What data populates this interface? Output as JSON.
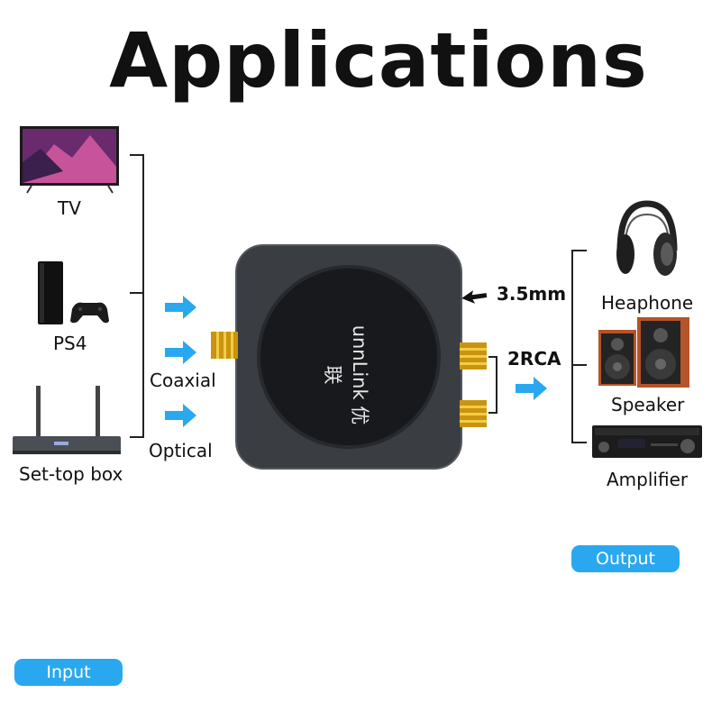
{
  "title": "Applications",
  "inputs": {
    "tv": "TV",
    "ps4": "PS4",
    "set_top_box": "Set-top box"
  },
  "interfaces": {
    "coaxial": "Coaxial",
    "optical": "Optical",
    "headphone_jack": "3.5mm",
    "rca": "2RCA"
  },
  "outputs": {
    "headphone": "Heaphone",
    "speaker": "Speaker",
    "amplifier": "Amplifier"
  },
  "device": {
    "brand_text": "unnLink 优联"
  },
  "badges": {
    "input": "Input",
    "output": "Output"
  },
  "colors": {
    "accent": "#29a8f0",
    "gold": "#d4a017",
    "device_body": "#3a3d42",
    "device_top": "#17191c"
  }
}
